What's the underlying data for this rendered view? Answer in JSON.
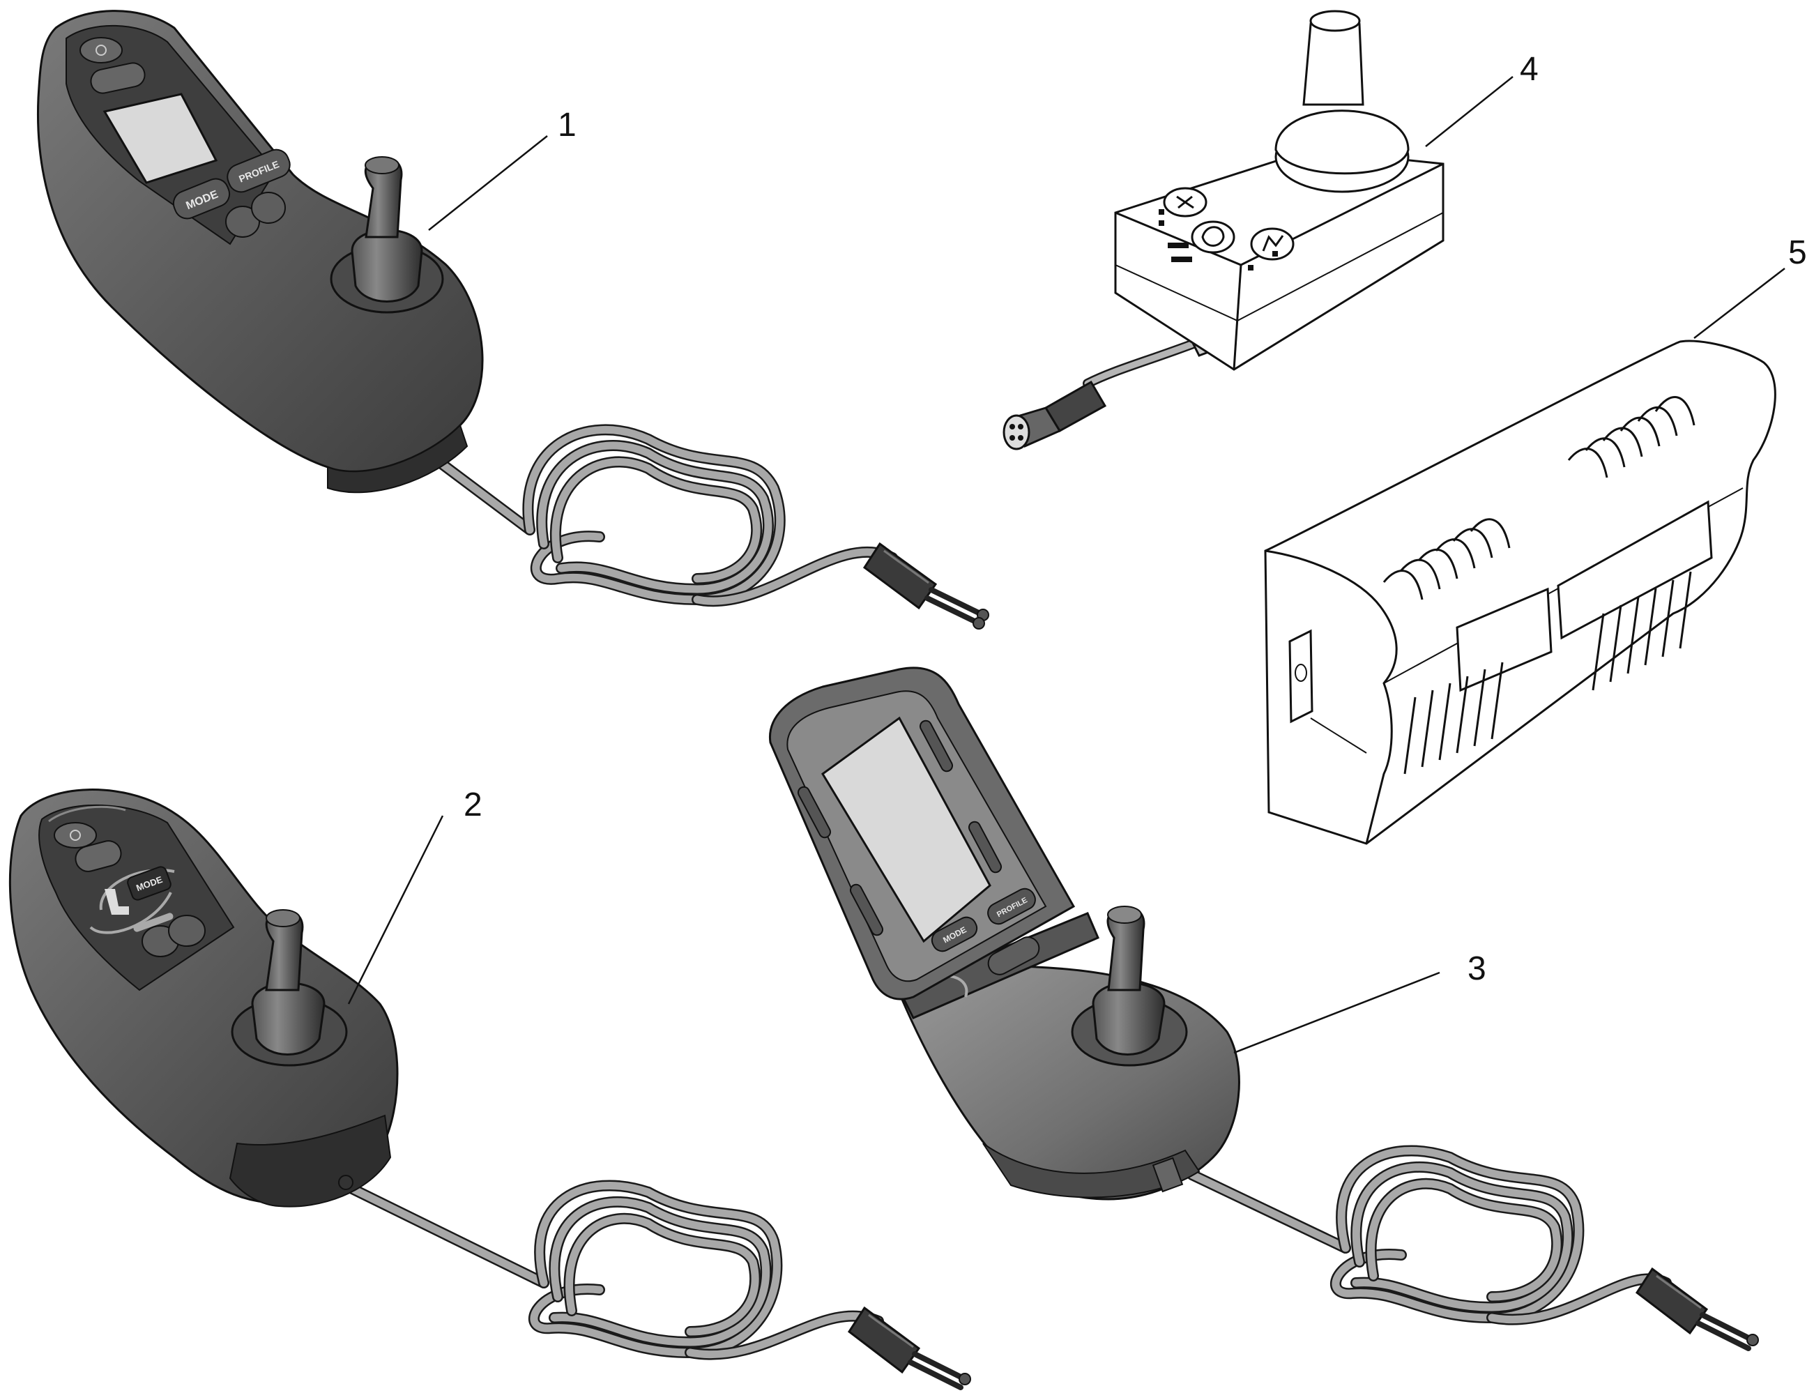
{
  "callouts": [
    {
      "id": "1",
      "label": "1"
    },
    {
      "id": "2",
      "label": "2"
    },
    {
      "id": "3",
      "label": "3"
    },
    {
      "id": "4",
      "label": "4"
    },
    {
      "id": "5",
      "label": "5"
    }
  ],
  "buttons": {
    "mode": "MODE",
    "profile": "PROFILE"
  },
  "colors": {
    "body_dark": "#4a4a4a",
    "body_mid": "#6b6b6b",
    "body_light": "#8a8a8a",
    "screen": "#d9d9d9",
    "cable": "#a8a8a8",
    "outline": "#1a1a1a"
  }
}
